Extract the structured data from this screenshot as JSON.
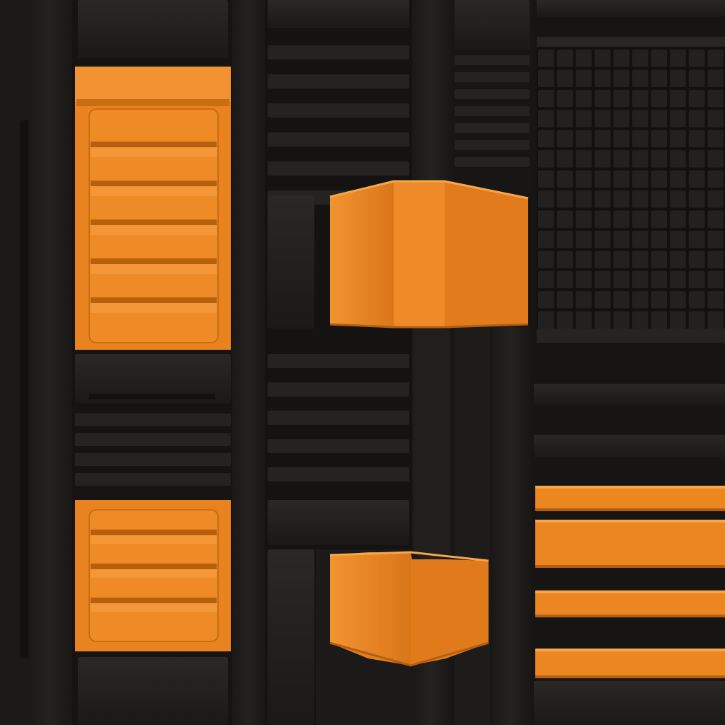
{
  "scene": {
    "description_free": true,
    "palette": {
      "background": "#141312",
      "panel_dark": "#1c1b19",
      "panel_mid": "#232220",
      "panel_light": "#2b2a27",
      "slat_dark": "#161514",
      "slat_light": "#262523",
      "orange": "#f18a22",
      "orange_light": "#f7a043",
      "orange_dark": "#c76a12",
      "grid_cell": "#222120",
      "grid_gap": "#121110"
    },
    "shapes": {
      "orange_vent_panels": 2,
      "orange_hex_blocks": 2,
      "orange_horizontal_bars": 4,
      "grid_panel_rows": 14,
      "grid_panel_cols": 10
    }
  }
}
